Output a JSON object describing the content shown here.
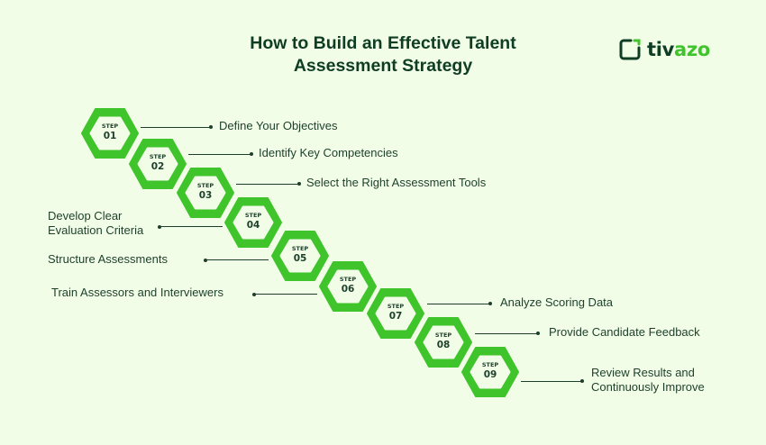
{
  "title": {
    "line1": "How to Build an Effective Talent",
    "line2": "Assessment Strategy"
  },
  "logo": {
    "text_dark": "tiv",
    "text_green": "azo",
    "icon": "tivazo-logo-icon"
  },
  "colors": {
    "background": "#f1fde6",
    "hex_green": "#3fc42b",
    "hex_inner": "#f1fde6",
    "text_dark": "#1d3f2c",
    "title": "#0f3d24"
  },
  "step_prefix": "STEP",
  "steps": [
    {
      "num": "01",
      "label": "Define Your Objectives"
    },
    {
      "num": "02",
      "label": "Identify Key Competencies"
    },
    {
      "num": "03",
      "label": "Select the Right Assessment Tools"
    },
    {
      "num": "04",
      "label": "Develop Clear",
      "label2": "Evaluation Criteria"
    },
    {
      "num": "05",
      "label": "Structure Assessments"
    },
    {
      "num": "06",
      "label": "Train Assessors and Interviewers"
    },
    {
      "num": "07",
      "label": "Analyze Scoring Data"
    },
    {
      "num": "08",
      "label": "Provide Candidate Feedback"
    },
    {
      "num": "09",
      "label": "Review Results and",
      "label2": "Continuously Improve"
    }
  ]
}
